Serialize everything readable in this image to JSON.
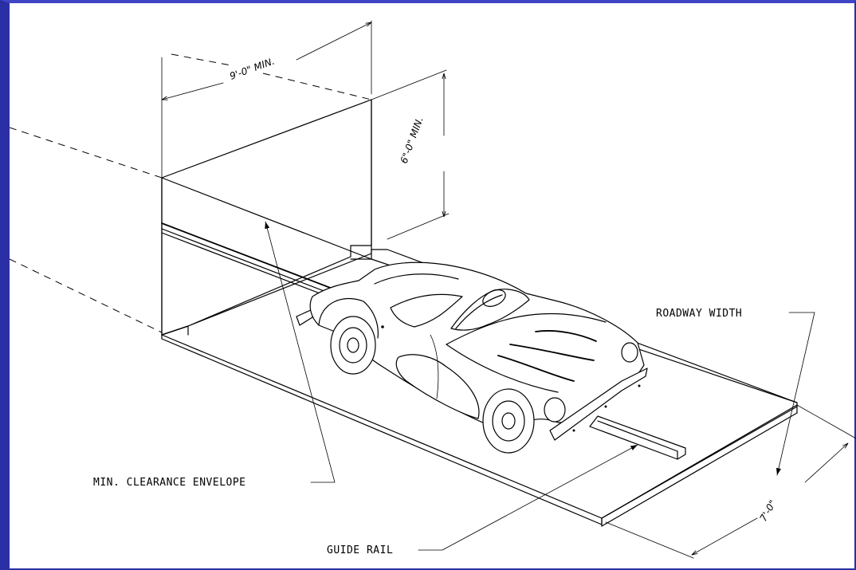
{
  "labels": {
    "width_dimension": "9'-0\" MIN.",
    "height_dimension": "6\"-0\" MIN.",
    "roadway_width": "ROADWAY WIDTH",
    "clearance_envelope": "MIN. CLEARANCE ENVELOPE",
    "guide_rail": "GUIDE RAIL",
    "roadway_dimension": "7'-0\""
  },
  "colors": {
    "frame": "#2b2fa6",
    "background": "#ffffff",
    "ink": "#000000"
  }
}
